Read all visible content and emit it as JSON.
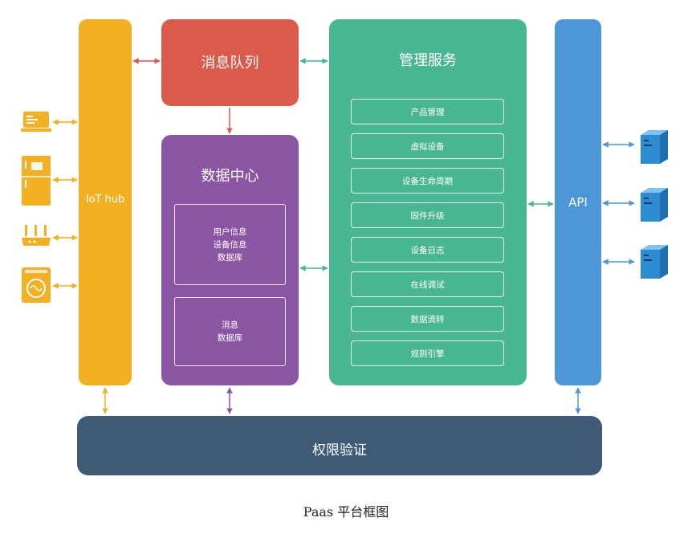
{
  "iot_hub": {
    "label": "IoT hub"
  },
  "message_queue": {
    "label": "消息队列"
  },
  "data_center": {
    "title": "数据中心",
    "box1_lines": [
      "用户信息",
      "设备信息",
      "数据库"
    ],
    "box2_lines": [
      "消息",
      "数据库"
    ]
  },
  "management_service": {
    "title": "管理服务",
    "items": [
      "产品管理",
      "虚拟设备",
      "设备生命周期",
      "固件升级",
      "设备日志",
      "在线调试",
      "数据流转",
      "规则引擎"
    ]
  },
  "api": {
    "label": "API"
  },
  "auth": {
    "label": "权限验证"
  },
  "caption": "Paas 平台框图",
  "devices": [
    "laptop-icon",
    "fridge-icon",
    "router-icon",
    "washing-machine-icon"
  ],
  "servers": [
    "server-icon",
    "server-icon",
    "server-icon"
  ],
  "colors": {
    "iot_hub": "#f4b023",
    "message_queue": "#dc5a4b",
    "data_center": "#8a55a2",
    "management_service": "#49b693",
    "api": "#4d96d8",
    "auth": "#3e5a74"
  }
}
